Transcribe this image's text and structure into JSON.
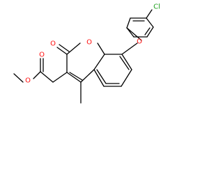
{
  "molecule": {
    "atoms": {
      "ring_oxygen": {
        "label": "O",
        "color": "#ff0d0d"
      },
      "carbonyl_oxygen": {
        "label": "O",
        "color": "#ff0d0d"
      },
      "ether_oxygen": {
        "label": "O",
        "color": "#ff0d0d"
      },
      "ester_carbonyl_oxygen": {
        "label": "O",
        "color": "#ff0d0d"
      },
      "ester_alkoxy_oxygen": {
        "label": "O",
        "color": "#ff0d0d"
      },
      "chlorine": {
        "label": "Cl",
        "color": "#1fa01f"
      }
    },
    "bond_color": "#000000"
  }
}
